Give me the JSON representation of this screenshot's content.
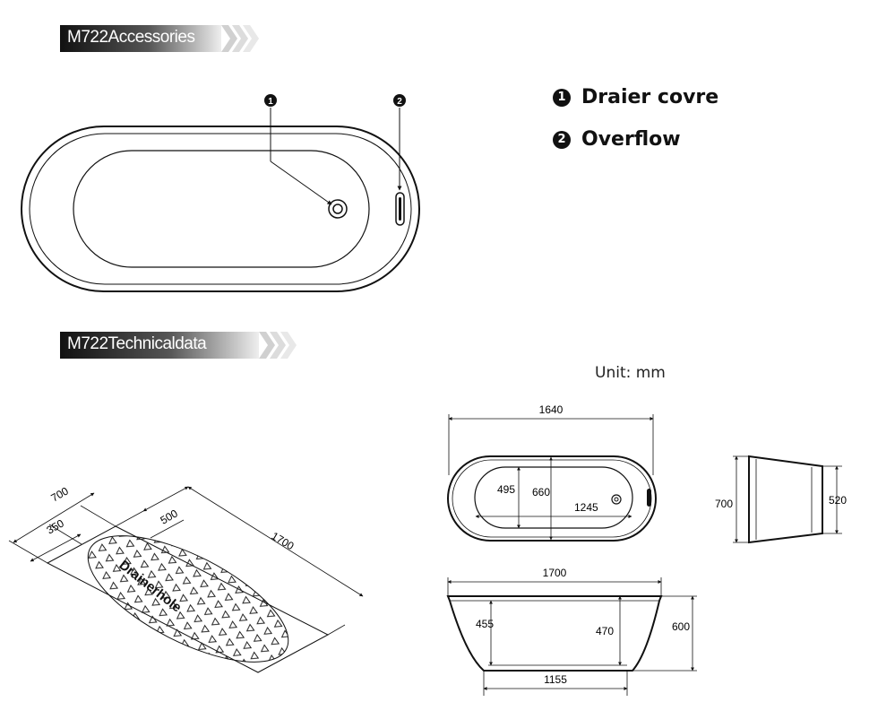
{
  "sections": {
    "accessories_title": "M722Accessories",
    "technical_title": "M722Technicaldata"
  },
  "legend": [
    {
      "number": "1",
      "label": "Draier covre"
    },
    {
      "number": "2",
      "label": "Overflow"
    }
  ],
  "unit_label": "Unit: mm",
  "plan_view": {
    "outer_length": "1640",
    "inner_width": "495",
    "outer_width": "660",
    "inner_length": "1245"
  },
  "front_view": {
    "top_length": "1700",
    "bottom_length": "1155",
    "left_height": "455",
    "inner_height": "470",
    "total_height": "600"
  },
  "side_view": {
    "top_width": "700",
    "bottom_width": "520"
  },
  "floor_plan": {
    "width": "700",
    "half_width": "350",
    "drain_offset": "500",
    "length": "1700",
    "drain_label": "Drainerhole"
  },
  "colors": {
    "banner_dark": "#1a1a1a",
    "banner_light": "#d8d8d8",
    "line": "#111111"
  }
}
